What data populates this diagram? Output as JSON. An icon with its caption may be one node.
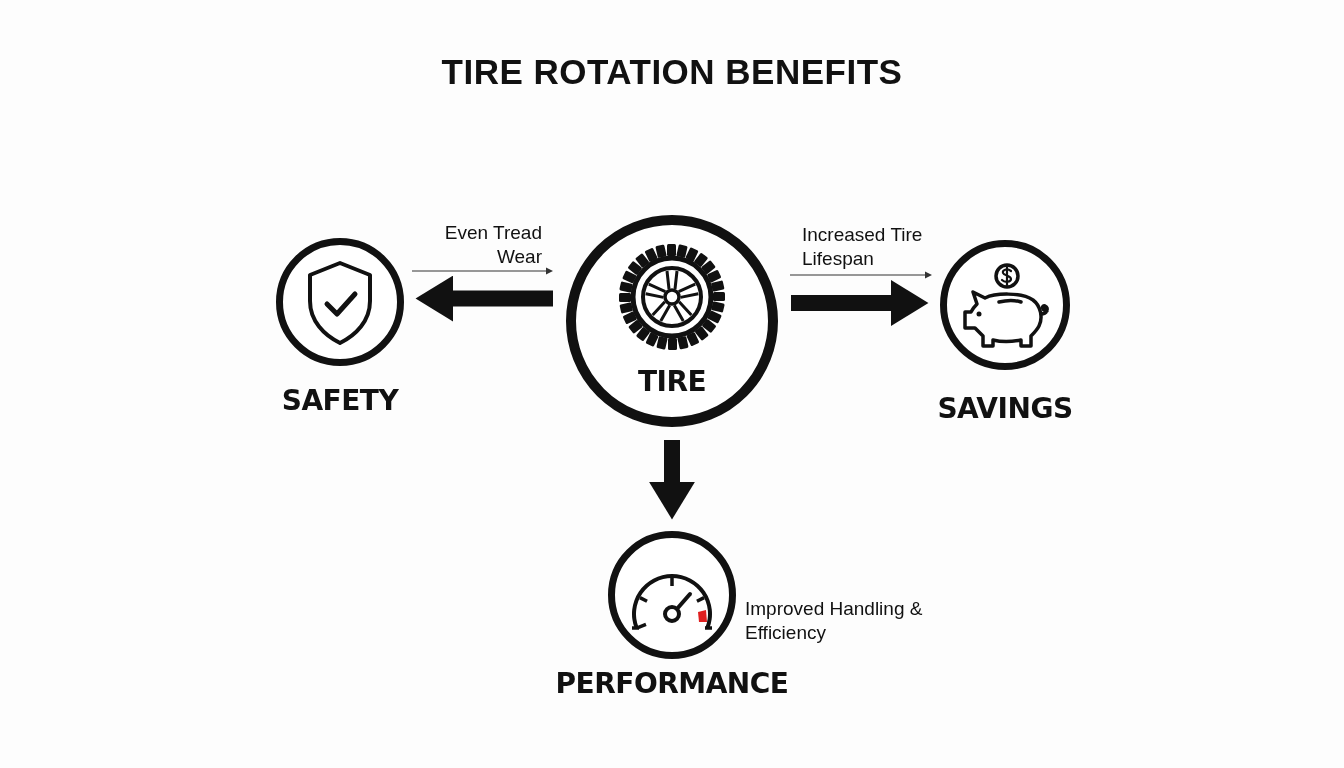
{
  "diagram": {
    "title": "TIRE ROTATION BENEFITS",
    "nodes": [
      {
        "text": [
          "TIRE"
        ]
      },
      {
        "text": [
          "SAFETY"
        ]
      },
      {
        "text": [
          "SAVINGS"
        ]
      },
      {
        "text": [
          "PERFORMANCE"
        ],
        "beside": [
          "Improved Handling & Efficiency"
        ]
      }
    ],
    "edges": [
      {
        "from": 0,
        "to": 1,
        "arrow": "to",
        "label": "Even Tread Wear"
      },
      {
        "from": 0,
        "to": 2,
        "arrow": "to",
        "label": "Increased Tire Lifespan"
      },
      {
        "from": 0,
        "to": 3,
        "arrow": "to"
      }
    ]
  }
}
